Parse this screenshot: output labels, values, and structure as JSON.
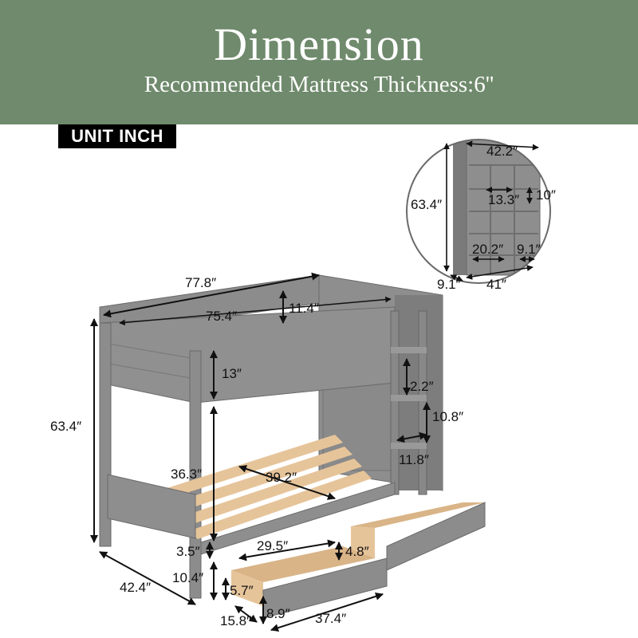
{
  "colors": {
    "banner_bg": "#6f8a6c",
    "furniture_gray": "#8c8c8c",
    "wood": "#e6c49a"
  },
  "header": {
    "title": "Dimension",
    "subtitle": "Recommended Mattress Thickness:6''"
  },
  "unit_badge": "UNIT INCH",
  "bed_dimensions": {
    "total_length": "77.8″",
    "inner_length": "75.4″",
    "guard_rail_height": "11.4″",
    "top_panel_height": "13″",
    "total_height": "63.4″",
    "lower_clearance": "36.3″",
    "slat_length": "39.2″",
    "ladder_step_width": "2.2″",
    "ladder_step_gap": "10.8″",
    "ladder_width": "11.8″",
    "depth": "42.4″",
    "floor_gap": "3.5″",
    "lower_clearance_to_floor": "10.4″"
  },
  "drawer_dimensions": {
    "inner_length": "29.5″",
    "inner_depth": "4.8″",
    "front_height": "5.7″",
    "width": "15.8″",
    "side_height": "8.9″",
    "length": "37.4″"
  },
  "shelf_dimensions": {
    "top_width": "42.2″",
    "height": "63.4″",
    "cubby_width": "13.3″",
    "cubby_height": "10″",
    "bottom_width": "20.2″",
    "bottom_depth_right": "9.1″",
    "depth": "9.1″",
    "base_width": "41″"
  }
}
